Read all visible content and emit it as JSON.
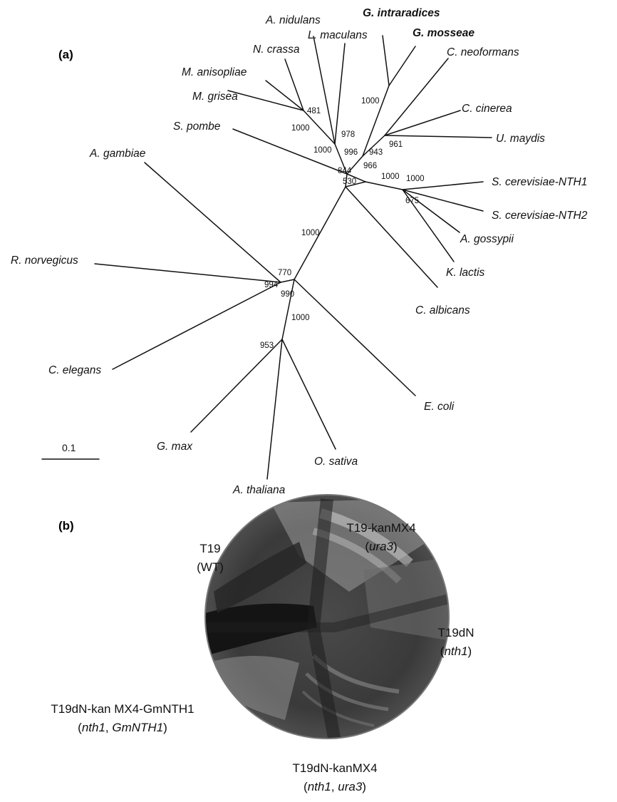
{
  "panel_a": {
    "label": "(a)",
    "scale_bar_label": "0.1",
    "taxa": {
      "g_intraradices": "G. intraradices",
      "g_mosseae": "G. mosseae",
      "a_nidulans": "A. nidulans",
      "l_maculans": "L. maculans",
      "n_crassa": "N. crassa",
      "m_anisopliae": "M. anisopliae",
      "m_grisea": "M. grisea",
      "s_pombe": "S. pombe",
      "c_neoformans": "C. neoformans",
      "c_cinerea": "C. cinerea",
      "u_maydis": "U. maydis",
      "s_cerevisiae_nth1": "S. cerevisiae-NTH1",
      "s_cerevisiae_nth2": "S. cerevisiae-NTH2",
      "a_gossypii": "A. gossypii",
      "k_lactis": "K. lactis",
      "c_albicans": "C. albicans",
      "a_gambiae": "A. gambiae",
      "r_norvegicus": "R. norvegicus",
      "c_elegans": "C. elegans",
      "e_coli": "E. coli",
      "g_max": "G. max",
      "o_sativa": "O. sativa",
      "a_thaliana": "A. thaliana"
    },
    "bootstrap": {
      "glomus": "1000",
      "n481": "481",
      "n1000_pez": "1000",
      "n978": "978",
      "n1000_pombe": "1000",
      "n996": "996",
      "n943": "943",
      "n961": "961",
      "n966": "966",
      "n844": "844",
      "n530": "530",
      "n1000_sacc": "1000",
      "n1000_cere": "1000",
      "n675": "675",
      "n1000_stem": "1000",
      "n770": "770",
      "n994": "994",
      "n990": "990",
      "n1000_plant": "1000",
      "n953": "953"
    }
  },
  "panel_b": {
    "label": "(b)",
    "plate_labels": {
      "t19_name": "T19",
      "t19_genotype": "(WT)",
      "kan_name": "T19-kanMX4",
      "kan_genotype": "ura3",
      "dn_name": "T19dN",
      "dn_genotype": "nth1",
      "dnkan_name": "T19dN-kanMX4",
      "dnkan_genotype_1": "nth1",
      "dnkan_genotype_2": "ura3",
      "gm_name": "T19dN-kan MX4-GmNTH1",
      "gm_genotype_1": "nth1",
      "gm_genotype_2": "GmNTH1"
    }
  }
}
